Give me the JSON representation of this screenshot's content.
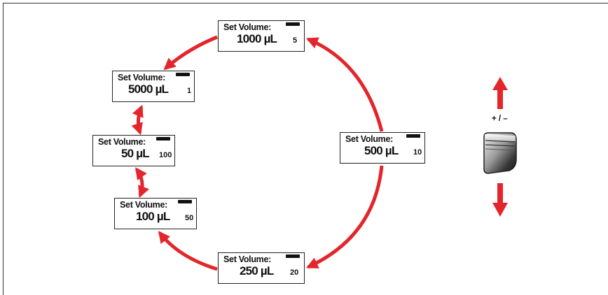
{
  "displays": [
    {
      "id": "d1000",
      "title": "Set Volume:",
      "value": "1000",
      "unit": "µL",
      "step": "5"
    },
    {
      "id": "d5000",
      "title": "Set Volume:",
      "value": "5000",
      "unit": "µL",
      "step": "1"
    },
    {
      "id": "d50",
      "title": "Set Volume:",
      "value": "50",
      "unit": "µL",
      "step": "100"
    },
    {
      "id": "d100",
      "title": "Set Volume:",
      "value": "100",
      "unit": "µL",
      "step": "50"
    },
    {
      "id": "d250",
      "title": "Set Volume:",
      "value": "250",
      "unit": "µL",
      "step": "20"
    },
    {
      "id": "d500",
      "title": "Set Volume:",
      "value": "500",
      "unit": "µL",
      "step": "10"
    }
  ],
  "control": {
    "label": "+ / –"
  },
  "colors": {
    "arrow": "#e3262b",
    "outline": "#222222"
  }
}
